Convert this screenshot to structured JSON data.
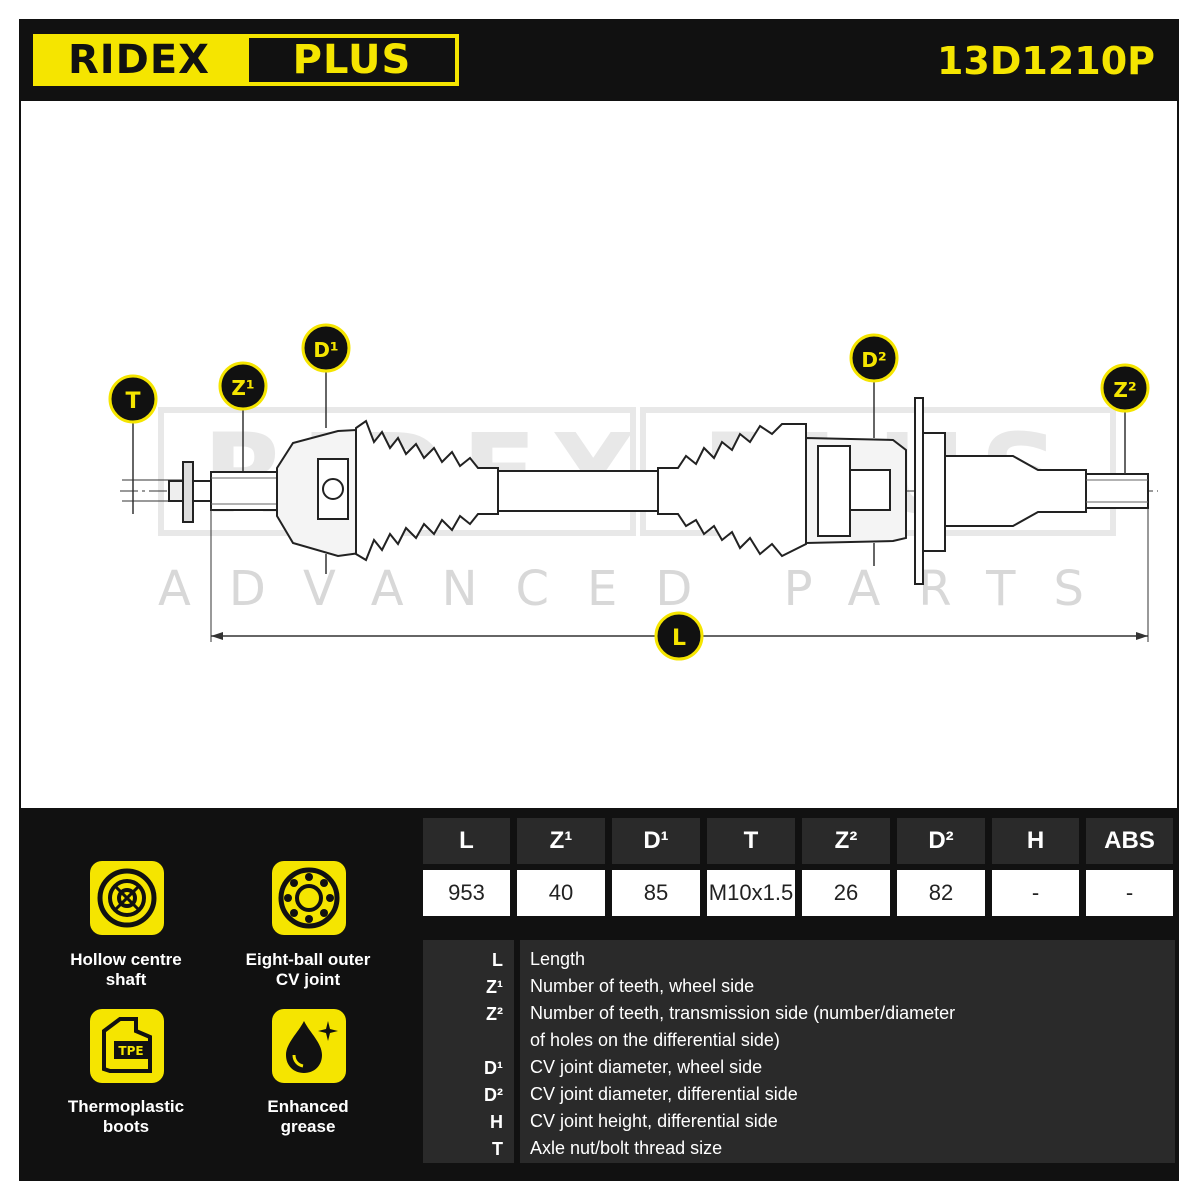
{
  "header": {
    "brand_left": "RIDEX",
    "brand_right": "PLUS",
    "part_number": "13D1210P"
  },
  "diagram": {
    "watermark_brand": "RIDEX PLUS",
    "watermark_tagline": "ADVANCED PARTS",
    "labels": {
      "T": "T",
      "Z1": "Z¹",
      "D1": "D¹",
      "D2": "D²",
      "Z2": "Z²",
      "L": "L"
    }
  },
  "features": [
    {
      "label_1": "Hollow centre",
      "label_2": "shaft",
      "icon": "hollow-shaft-icon"
    },
    {
      "label_1": "Eight-ball outer",
      "label_2": "CV joint",
      "icon": "eight-ball-joint-icon"
    },
    {
      "label_1": "Thermoplastic",
      "label_2": "boots",
      "icon": "tpe-boot-icon",
      "icon_text": "TPE"
    },
    {
      "label_1": "Enhanced",
      "label_2": "grease",
      "icon": "grease-drop-icon"
    }
  ],
  "specs": {
    "headers": [
      "L",
      "Z¹",
      "D¹",
      "T",
      "Z²",
      "D²",
      "H",
      "ABS"
    ],
    "values": [
      "953",
      "40",
      "85",
      "M10x1.5",
      "26",
      "82",
      "-",
      "-"
    ]
  },
  "legend": [
    {
      "key": "L",
      "desc": "Length"
    },
    {
      "key": "Z¹",
      "desc": "Number of teeth, wheel side"
    },
    {
      "key": "Z²",
      "desc": "Number of teeth, transmission side (number/diameter"
    },
    {
      "key": "",
      "desc": "of holes on the differential side)"
    },
    {
      "key": "D¹",
      "desc": "CV joint diameter, wheel side"
    },
    {
      "key": "D²",
      "desc": "CV joint diameter, differential side"
    },
    {
      "key": "H",
      "desc": "CV joint height, differential side"
    },
    {
      "key": "T",
      "desc": "Axle nut/bolt thread size"
    }
  ],
  "colors": {
    "brand_yellow": "#f5e500",
    "dark": "#111111",
    "panel": "#2a2a2a"
  }
}
